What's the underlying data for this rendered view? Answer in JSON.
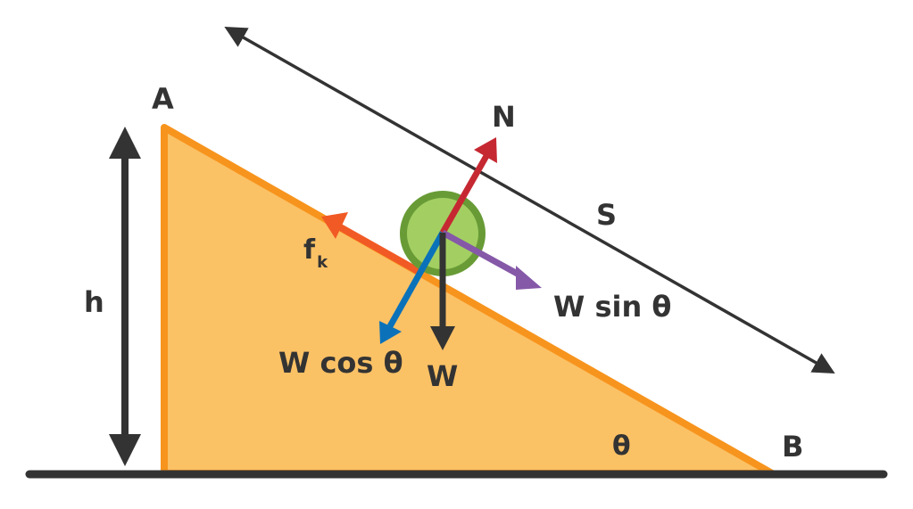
{
  "diagram": {
    "title": "Block sliding down an inclined plane",
    "labels": {
      "top_vertex": "A",
      "bottom_vertex": "B",
      "height": "h",
      "slope_length": "S",
      "angle": "θ",
      "normal_force": "N",
      "friction_main": "f",
      "friction_sub": "k",
      "weight": "W",
      "weight_parallel": "W sin θ",
      "weight_perpendicular": "W cos θ"
    },
    "colors": {
      "incline_fill": "#FBC165",
      "incline_stroke": "#F7941D",
      "ground": "#333333",
      "dimension": "#333333",
      "ball_fill": "#A3CF62",
      "ball_stroke": "#689B36",
      "normal_force": "#C62832",
      "friction": "#F15A24",
      "weight": "#333333",
      "weight_sin": "#8558A8",
      "weight_cos": "#0B72BA"
    }
  }
}
